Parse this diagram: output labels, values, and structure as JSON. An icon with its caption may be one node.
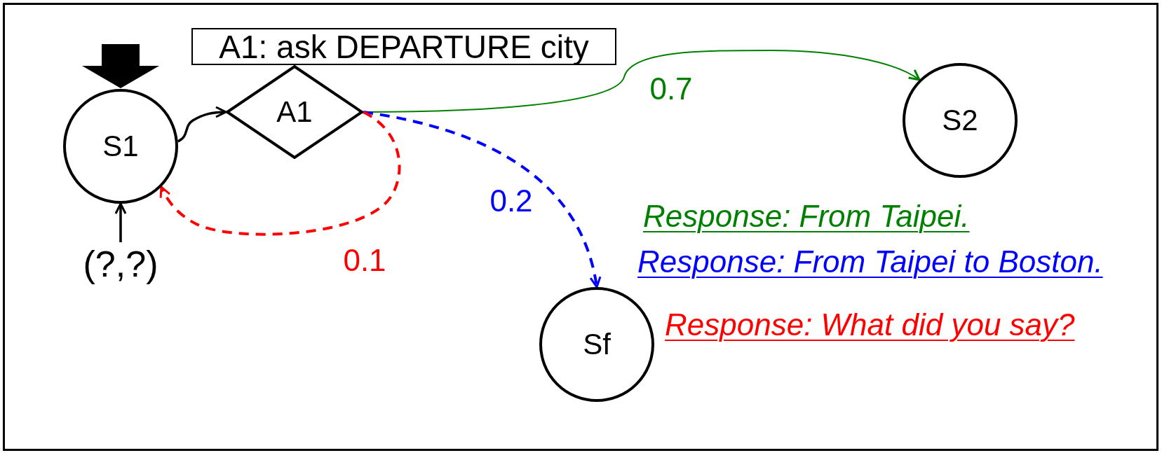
{
  "diagram": {
    "nodes": [
      {
        "text": [
          "A1: ask DEPARTURE city"
        ]
      },
      {
        "text": [
          "S1"
        ]
      },
      {
        "text": [
          "A1"
        ]
      },
      {
        "text": [
          "S2"
        ]
      },
      {
        "text": [
          "(?,?)"
        ]
      },
      {
        "text": [
          "Sf"
        ]
      }
    ],
    "edges": [
      {
        "from": null,
        "to": 1,
        "arrow": "to",
        "style": "thick"
      },
      {
        "from": 4,
        "to": 1,
        "arrow": "to"
      },
      {
        "from": 1,
        "to": 2,
        "arrow": "to"
      },
      {
        "from": 2,
        "to": 3,
        "arrow": "to",
        "label": "0.7",
        "color": "#008000"
      },
      {
        "from": 2,
        "to": 5,
        "arrow": "to",
        "label": "0.2",
        "style": "dashed",
        "color": "#0000ff"
      },
      {
        "from": 2,
        "to": 1,
        "arrow": "to",
        "label": "0.1",
        "style": "dashed",
        "color": "#ff0000"
      }
    ],
    "labels": [
      "Response: From Taipei.",
      "Response: From Taipei to Boston.",
      "Response: What did you say?"
    ]
  }
}
